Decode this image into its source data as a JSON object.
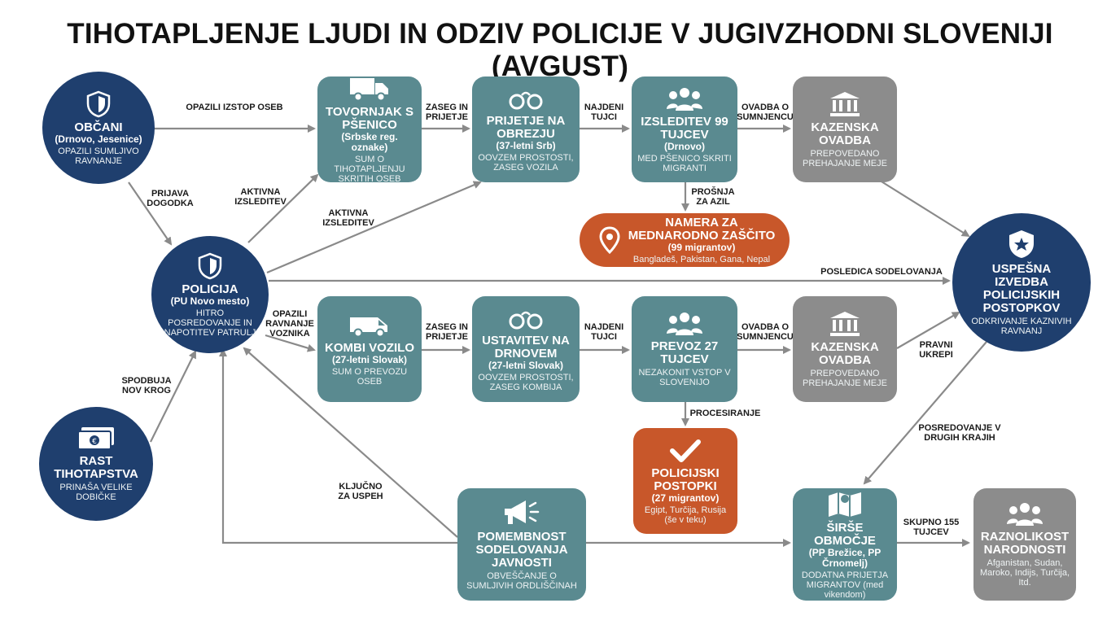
{
  "title": "TIHOTAPLJENJE LJUDI IN ODZIV POLICIJE V JUGIVZHODNI SLOVENIJI (AVGUST)",
  "nodes": {
    "obcani": {
      "title": "OBČANI",
      "sub": "(Drnovo, Jesenice)",
      "desc": "OPAZILI SUMLJIVO RAVNANJE",
      "icon": "shield-icon"
    },
    "policija": {
      "title": "POLICIJA",
      "sub": "(PU Novo mesto)",
      "desc": "HITRO POSREDOVANJE IN NAPOTITEV PATRULJ",
      "icon": "shield-icon"
    },
    "rast": {
      "title": "RAST TIHOTAPSTVA",
      "desc": "PRINAŠA VELIKE DOBIČKE",
      "icon": "money-icon"
    },
    "tovornjak": {
      "title": "TOVORNJAK S PŠENICO",
      "sub": "(Srbske reg. oznake)",
      "desc": "SUM O TIHOTAPLJENJU SKRITIH OSEB",
      "icon": "truck-icon"
    },
    "prijetje": {
      "title": "PRIJETJE NA OBREZJU",
      "sub": "(37-letni Srb)",
      "desc": "OOVZEM PROSTOSTI, ZASEG VOZILA",
      "icon": "handcuffs-icon"
    },
    "izsleditev": {
      "title": "IZSLEDITEV 99 TUJCEV",
      "sub": "(Drnovo)",
      "desc": "MED PŠENICO SKRITI MIGRANTI",
      "icon": "group-icon"
    },
    "ovadba1": {
      "title": "KAZENSKA OVADBA",
      "desc": "PREPOVEDANO PREHAJANJE MEJE",
      "icon": "courthouse-icon"
    },
    "namera": {
      "title": "NAMERA ZA MEDNARODNO ZAŠČITO",
      "sub": "(99 migrantov)",
      "desc": "Bangladeš, Pakistan, Gana, Nepal",
      "icon": "location-pin-icon"
    },
    "uspesna": {
      "title": "USPEŠNA IZVEDBA POLICIJSKIH POSTOPKOV",
      "desc": "ODKRIVANJE KAZNIVIH RAVNANJ",
      "icon": "badge-icon"
    },
    "kombi": {
      "title": "KOMBI VOZILO",
      "sub": "(27-letni Slovak)",
      "desc": "SUM O PREVOZU OSEB",
      "icon": "van-icon"
    },
    "ustavitev": {
      "title": "USTAVITEV NA DRNOVEM",
      "sub": "(27-letni Slovak)",
      "desc": "OOVZEM PROSTOSTI, ZASEG KOMBIJA",
      "icon": "handcuffs-icon"
    },
    "prevoz": {
      "title": "PREVOZ 27 TUJCEV",
      "desc": "NEZAKONIT VSTOP V SLOVENIJO",
      "icon": "group-icon"
    },
    "ovadba2": {
      "title": "KAZENSKA OVADBA",
      "desc": "PREPOVEDANO PREHAJANJE MEJE",
      "icon": "courthouse-icon"
    },
    "postopki": {
      "title": "POLICIJSKI POSTOPKI",
      "sub": "(27 migrantov)",
      "desc": "Egipt, Turčija, Rusija (še v teku)",
      "icon": "checkmark-icon"
    },
    "javnost": {
      "title": "POMEMBNOST SODELOVANJA JAVNOSTI",
      "desc": "OBVEŠČANJE O SUMLJIVIH ORDLIŠČINAH",
      "icon": "megaphone-icon"
    },
    "sirse": {
      "title": "ŠIRŠE OBMOČJE",
      "sub": "(PP Brežice, PP Črnomelj)",
      "desc": "DODATNA PRIJETJA MIGRANTOV (med vikendom)",
      "icon": "map-icon"
    },
    "raznolikost": {
      "title": "RAZNOLIKOST NARODNOSTI",
      "desc": "Afganistan, Sudan, Maroko, Indijs, Turčija, Itd.",
      "icon": "group-icon"
    }
  },
  "edges": {
    "opazili_izstop": "OPAZILI IZSTOP OSEB",
    "zaseg1": "ZASEG IN PRIJETJE",
    "najdeni1": "NAJDENI TUJCI",
    "ovadba_sum1": "OVADBA O SUMNJENCU",
    "prosnja": "PROŠNJA ZA AZIL",
    "prijava": "PRIJAVA DOGODKA",
    "aktivna1": "AKTIVNA IZSLEDITEV",
    "aktivna2": "AKTIVNA IZSLEDITEV",
    "posledica": "POSLEDICA SODELOVANJA",
    "opazili_ravnanje": "OPAZILI RAVNANJE VOZNIKA",
    "zaseg2": "ZASEG IN PRIJETJE",
    "najdeni2": "NAJDENI TUJCI",
    "ovadba_sum2": "OVADBA O SUMNJENCU",
    "pravni": "PRAVNI UKREPI",
    "procesiranje": "PROCESIRANJE",
    "spodbuja": "SPODBUJA NOV KROG",
    "kljucno": "KLJUČNO ZA USPEH",
    "posredovanje": "POSREDOVANJE V DRUGIH KRAJIH",
    "skupno": "SKUPNO 155 TUJCEV"
  },
  "colors": {
    "navy": "#1f3f6e",
    "teal": "#5a8a90",
    "gray": "#8c8c8c",
    "orange": "#c8572a",
    "arrow": "#8a8a8a"
  }
}
